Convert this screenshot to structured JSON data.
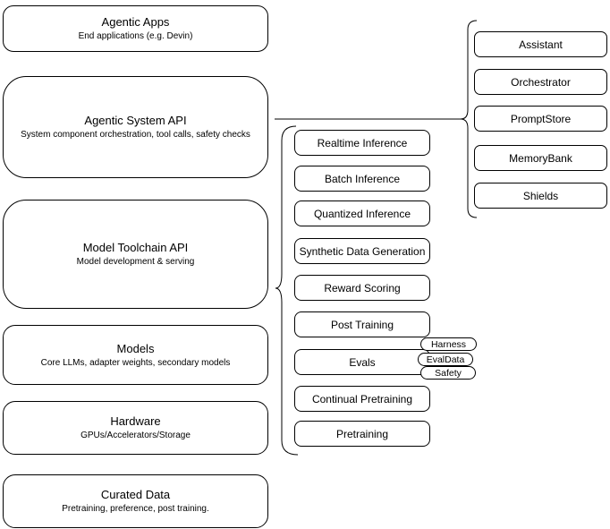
{
  "colors": {
    "stroke": "#000000",
    "fill": "#ffffff",
    "text": "#000000"
  },
  "left_stack": {
    "items": [
      {
        "title": "Agentic Apps",
        "subtitle": "End applications (e.g. Devin)"
      },
      {
        "title": "Agentic System API",
        "subtitle": "System component orchestration, tool calls, safety checks"
      },
      {
        "title": "Model Toolchain API",
        "subtitle": "Model development & serving"
      },
      {
        "title": "Models",
        "subtitle": "Core LLMs, adapter weights, secondary models"
      },
      {
        "title": "Hardware",
        "subtitle": "GPUs/Accelerators/Storage"
      },
      {
        "title": "Curated Data",
        "subtitle": "Pretraining, preference, post training."
      }
    ]
  },
  "middle_stack": {
    "items": [
      "Realtime Inference",
      "Batch Inference",
      "Quantized Inference",
      "Synthetic Data Generation",
      "Reward Scoring",
      "Post Training",
      "Evals",
      "Continual Pretraining",
      "Pretraining"
    ]
  },
  "eval_badges": {
    "items": [
      "Harness",
      "EvalData",
      "Safety"
    ]
  },
  "right_stack": {
    "items": [
      "Assistant",
      "Orchestrator",
      "PromptStore",
      "MemoryBank",
      "Shields"
    ]
  }
}
